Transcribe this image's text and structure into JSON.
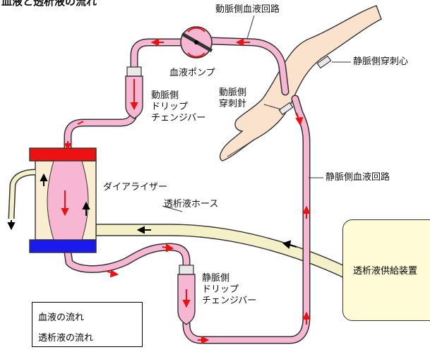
{
  "title": "血液と透析液の流れ",
  "labels": {
    "artery_line": "動脈側血液回路",
    "blood_pump": "血液ポンプ",
    "vein_puncture": "静脈側穿刺心",
    "artery_puncture_1": "動脈側",
    "artery_puncture_2": "穿刺針",
    "artery_drip_1": "動脈側",
    "artery_drip_2": "ドリップ",
    "artery_drip_3": "チェンジバー",
    "dialyzer": "ダイアライザー",
    "vein_line": "静脈側血液回路",
    "dialysate_hose": "透析液ホース",
    "supply_device": "透析液供給装置",
    "vein_drip_1": "静脈側",
    "vein_drip_2": "ドリップ",
    "vein_drip_3": "チェンジバー"
  },
  "legend": {
    "blood_flow": "血液の流れ",
    "dialysate_flow": "透析液の流れ"
  },
  "colors": {
    "blood_tube": "#f7b6d2",
    "tube_outline": "#333333",
    "blood_arrow": "#ee1111",
    "dialysate_arrow": "#000000",
    "hose_fill": "#f4f0c8",
    "dialyzer_top": "#ee1111",
    "dialyzer_bottom": "#1a1aee",
    "dialyzer_body": "#faeed2",
    "supply_fill": "#fffbd6",
    "skin": "#fbe2cc"
  }
}
